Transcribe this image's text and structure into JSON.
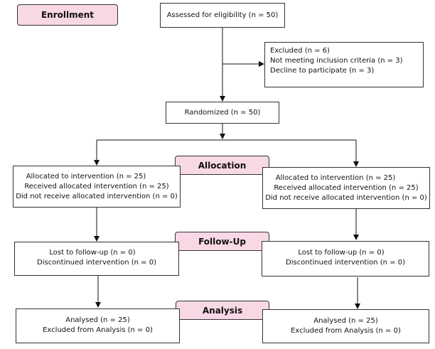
{
  "stages": {
    "enrollment": "Enrollment",
    "allocation": "Allocation",
    "followup": "Follow-Up",
    "analysis": "Analysis"
  },
  "eligibility": "Assessed for eligibility (n = 50)",
  "excluded": {
    "title": "Excluded (n = 6)",
    "criteria": "Not meeting inclusion criteria (n = 3)",
    "declined": "Decline to participate (n = 3)"
  },
  "randomized": "Randomized (n = 50)",
  "arms": [
    {
      "allocation": {
        "allocated": "Allocated to intervention (n = 25)",
        "received": "Received allocated intervention (n = 25)",
        "not_received": "Did not receive allocated intervention (n = 0)"
      },
      "followup": {
        "lost": "Lost to follow-up (n = 0)",
        "discontinued": "Discontinued intervention (n = 0)"
      },
      "analysis": {
        "analysed": "Analysed (n = 25)",
        "excluded": "Excluded from Analysis (n = 0)"
      }
    },
    {
      "allocation": {
        "allocated": "Allocated to intervention (n = 25)",
        "received": "Received allocated intervention (n = 25)",
        "not_received": "Did not receive allocated intervention (n = 0)"
      },
      "followup": {
        "lost": "Lost to follow-up (n = 0)",
        "discontinued": "Discontinued intervention (n = 0)"
      },
      "analysis": {
        "analysed": "Analysed (n = 25)",
        "excluded": "Excluded from Analysis (n = 0)"
      }
    }
  ],
  "colors": {
    "stage_fill": "#f9d8e6",
    "border": "#333333",
    "line": "#111111"
  }
}
